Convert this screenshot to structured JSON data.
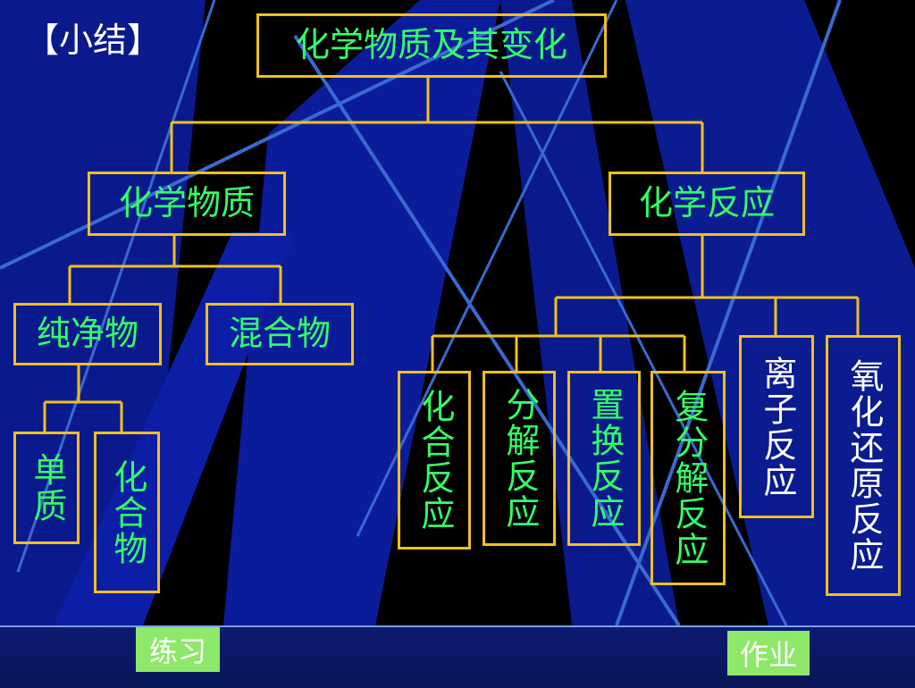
{
  "slide": {
    "title": "【小结】",
    "root": "化学物质及其变化",
    "substances": "化学物质",
    "reactions": "化学反应",
    "pure": "纯净物",
    "mixture": "混合物",
    "element": "单质",
    "compound": "化合物",
    "combination": "化合反应",
    "decomposition": "分解反应",
    "displacement": "置换反应",
    "double_decomposition": "复分解反应",
    "ionic": "离子反应",
    "redox": "氧化还原反应"
  },
  "buttons": {
    "practice": "练习",
    "homework": "作业"
  },
  "colors": {
    "box_border": "#f0c020",
    "green_text": "#33ff66",
    "white_text": "#ffffff",
    "button_bg": "#8ee86a",
    "background": "#000000",
    "beam": "#0a1a9a"
  }
}
